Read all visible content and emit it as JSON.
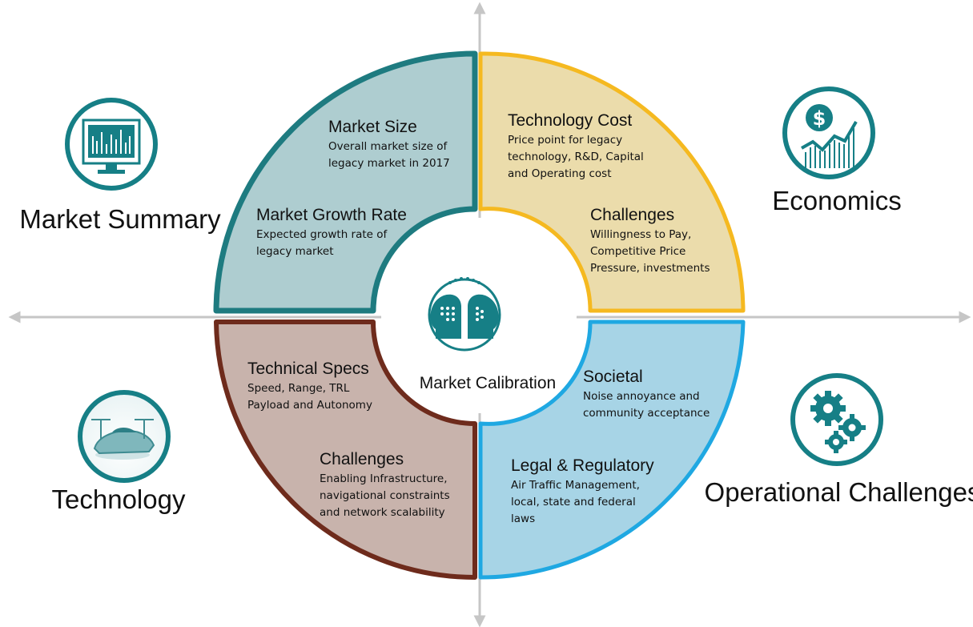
{
  "center": {
    "label": "Market Calibration"
  },
  "categories": {
    "market_summary": "Market Summary",
    "economics": "Economics",
    "technology": "Technology",
    "operational": "Operational Challenges"
  },
  "quadrants": {
    "top_left": {
      "heading1": "Market Size",
      "text1": [
        "Overall market size of",
        "legacy market in 2017"
      ],
      "heading2": "Market Growth Rate",
      "text2": [
        "Expected growth rate of",
        "legacy market"
      ]
    },
    "top_right": {
      "heading1": "Technology Cost",
      "text1": [
        "Price point for legacy",
        "technology, R&D, Capital",
        "and Operating cost"
      ],
      "heading2": "Challenges",
      "text2": [
        "Willingness to Pay,",
        "Competitive Price",
        "Pressure, investments"
      ]
    },
    "bottom_left": {
      "heading1": "Technical Specs",
      "text1": [
        "Speed, Range, TRL",
        "Payload and Autonomy"
      ],
      "heading2": "Challenges",
      "text2": [
        "Enabling Infrastructure,",
        "navigational constraints",
        "and network scalability"
      ]
    },
    "bottom_right": {
      "heading1": "Societal",
      "text1": [
        "Noise annoyance and",
        "community acceptance"
      ],
      "heading2": "Legal & Regulatory",
      "text2": [
        "Air Traffic Management,",
        "local, state and federal",
        "laws"
      ]
    }
  },
  "colors": {
    "teal": "#1e7b80",
    "teal_fill": "#aecdd0",
    "gold": "#f5b920",
    "gold_fill": "#ebdcab",
    "brown": "#6e2b1c",
    "brown_fill": "#c8b3ac",
    "blue": "#1fa8e2",
    "blue_fill": "#a7d4e6",
    "icon_teal": "#167f86",
    "axis": "#c6c6c6"
  },
  "icons": [
    "monitor-chart-icon",
    "dollar-growth-icon",
    "flying-car-icon",
    "gears-icon",
    "two-heads-icon"
  ]
}
